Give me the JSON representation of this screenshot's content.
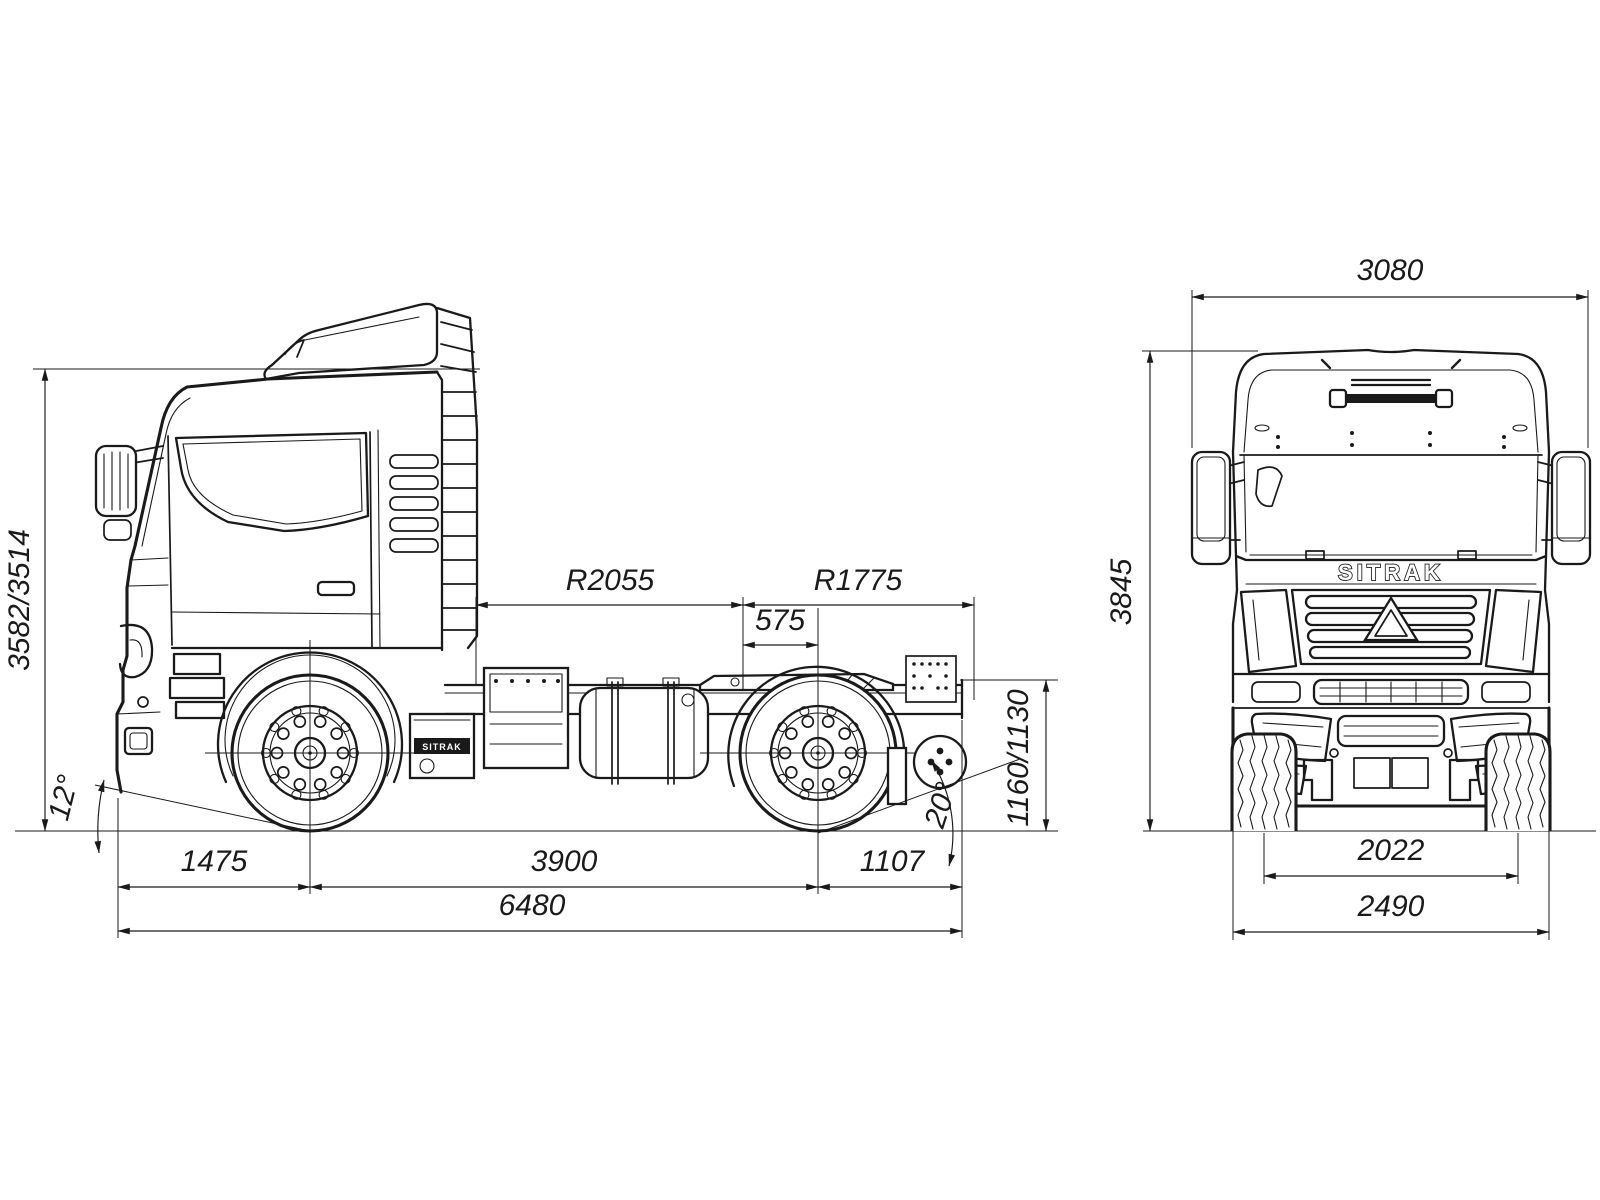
{
  "page": {
    "background": "#ffffff",
    "line_color": "#1a1a1a",
    "description": "SITRAK tractor truck dimensional drawing, side view and front view"
  },
  "side_view": {
    "label": "side-view",
    "box_brand": "SITRAK",
    "dims": {
      "overall_height": "3582/3514",
      "approach_angle": "12°",
      "cab_to_kingpin": "R2055",
      "kingpin_swing": "R1775",
      "kingpin_to_axle": "575",
      "fifth_wheel_height": "1160/1130",
      "departure_angle": "20°",
      "front_overhang": "1475",
      "wheelbase": "3900",
      "rear_overhang": "1107",
      "overall_length": "6480"
    }
  },
  "front_view": {
    "label": "front-view",
    "brand": "SITRAK",
    "dims": {
      "overall_width": "3080",
      "overall_height": "3845",
      "front_track": "2022",
      "bumper_width": "2490"
    }
  }
}
